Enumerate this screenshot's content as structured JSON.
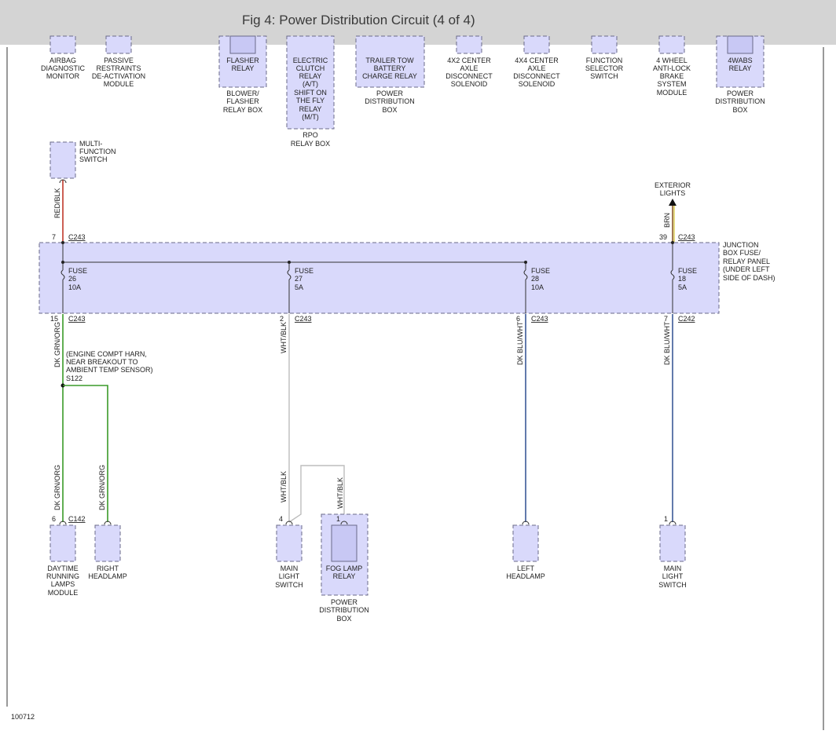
{
  "header": {
    "title": "Fig 4: Power Distribution Circuit (4 of 4)"
  },
  "footer": {
    "code": "100712"
  },
  "top_components": [
    {
      "id": "airbag",
      "lines": [
        "AIRBAG",
        "DIAGNOSTIC",
        "MONITOR"
      ]
    },
    {
      "id": "passive",
      "lines": [
        "PASSIVE",
        "RESTRAINTS",
        "DE-ACTIVATION",
        "MODULE"
      ]
    },
    {
      "id": "flasher",
      "lines": [
        "FLASHER",
        "RELAY"
      ],
      "below": [
        "BLOWER/",
        "FLASHER",
        "RELAY BOX"
      ]
    },
    {
      "id": "clutch",
      "lines": [
        "ELECTRIC",
        "CLUTCH",
        "RELAY",
        "(A/T)",
        "SHIFT ON",
        "THE FLY",
        "RELAY",
        "(M/T)"
      ],
      "below": [
        "RPO",
        "RELAY BOX"
      ]
    },
    {
      "id": "trailer",
      "lines": [
        "TRAILER TOW",
        "BATTERY",
        "CHARGE RELAY"
      ],
      "below": [
        "POWER",
        "DISTRIBUTION",
        "BOX"
      ]
    },
    {
      "id": "4x2",
      "lines": [
        "4X2 CENTER",
        "AXLE",
        "DISCONNECT",
        "SOLENOID"
      ]
    },
    {
      "id": "4x4",
      "lines": [
        "4X4 CENTER",
        "AXLE",
        "DISCONNECT",
        "SOLENOID"
      ]
    },
    {
      "id": "function",
      "lines": [
        "FUNCTION",
        "SELECTOR",
        "SWITCH"
      ]
    },
    {
      "id": "abs",
      "lines": [
        "4 WHEEL",
        "ANTI-LOCK",
        "BRAKE",
        "SYSTEM",
        "MODULE"
      ]
    },
    {
      "id": "4wabs",
      "lines": [
        "4WABS",
        "RELAY"
      ],
      "below": [
        "POWER",
        "DISTRIBUTION",
        "BOX"
      ]
    }
  ],
  "multifunction": {
    "lines": [
      "MULTI-",
      "FUNCTION",
      "SWITCH"
    ],
    "wire": "RED/BLK",
    "pin": "7",
    "connector": "C243"
  },
  "exterior": {
    "lines": [
      "EXTERIOR",
      "LIGHTS"
    ],
    "wire": "BRN",
    "pin": "39",
    "connector": "C243"
  },
  "junction_box": {
    "lines": [
      "JUNCTION",
      "BOX FUSE/",
      "RELAY PANEL",
      "(UNDER LEFT",
      "SIDE OF DASH)"
    ]
  },
  "fuses": [
    {
      "name": "FUSE",
      "number": "26",
      "rating": "10A",
      "out_pin": "15",
      "out_conn": "C243",
      "wire": "DK GRN/ORG"
    },
    {
      "name": "FUSE",
      "number": "27",
      "rating": "5A",
      "out_pin": "2",
      "out_conn": "C243",
      "wire": "WHT/BLK"
    },
    {
      "name": "FUSE",
      "number": "28",
      "rating": "10A",
      "out_pin": "6",
      "out_conn": "C243",
      "wire": "DK BLU/WHT"
    },
    {
      "name": "FUSE",
      "number": "18",
      "rating": "5A",
      "out_pin": "7",
      "out_conn": "C242",
      "wire": "DK BLU/WHT"
    }
  ],
  "splice": {
    "lines": [
      "(ENGINE COMPT HARN,",
      "NEAR BREAKOUT TO",
      "AMBIENT TEMP SENSOR)",
      "S122"
    ]
  },
  "branch_wires": {
    "drl": "DK GRN/ORG",
    "headlamp": "DK GRN/ORG",
    "main": "WHT/BLK",
    "fog": "WHT/BLK"
  },
  "bottom_components": [
    {
      "id": "drl",
      "pin": "6",
      "connector": "C142",
      "lines": [
        "DAYTIME",
        "RUNNING",
        "LAMPS",
        "MODULE"
      ]
    },
    {
      "id": "rhead",
      "pin": "",
      "connector": "",
      "lines": [
        "RIGHT",
        "HEADLAMP"
      ]
    },
    {
      "id": "mainls",
      "pin": "4",
      "connector": "",
      "lines": [
        "MAIN",
        "LIGHT",
        "SWITCH"
      ]
    },
    {
      "id": "fog",
      "pin": "1",
      "connector": "",
      "lines": [
        "FOG LAMP",
        "RELAY"
      ],
      "below": [
        "POWER",
        "DISTRIBUTION",
        "BOX"
      ]
    },
    {
      "id": "lhead",
      "pin": "",
      "connector": "",
      "lines": [
        "LEFT",
        "HEADLAMP"
      ]
    },
    {
      "id": "mainls2",
      "pin": "1",
      "connector": "",
      "lines": [
        "MAIN",
        "LIGHT",
        "SWITCH"
      ]
    }
  ],
  "colors": {
    "header_bg": "#d4d4d4",
    "box_fill": "#d9d9fb",
    "red": "#c0392b",
    "green": "#3a9a28",
    "blue": "#3b5998",
    "white_wire": "#bdbdbd",
    "brown": "#8b5a2b"
  }
}
